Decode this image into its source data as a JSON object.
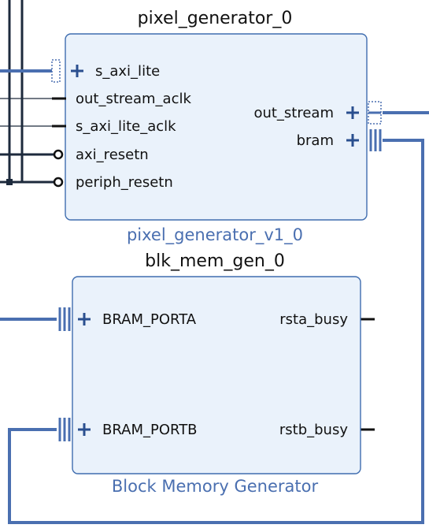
{
  "blocks": {
    "pixel_generator": {
      "instance_name": "pixel_generator_0",
      "ip_name": "pixel_generator_v1_0",
      "ports_left": [
        {
          "label": "s_axi_lite",
          "kind": "bus"
        },
        {
          "label": "out_stream_aclk",
          "kind": "clock"
        },
        {
          "label": "s_axi_lite_aclk",
          "kind": "clock"
        },
        {
          "label": "axi_resetn",
          "kind": "reset"
        },
        {
          "label": "periph_resetn",
          "kind": "reset"
        }
      ],
      "ports_right": [
        {
          "label": "out_stream",
          "kind": "bus"
        },
        {
          "label": "bram",
          "kind": "bus"
        }
      ]
    },
    "blk_mem_gen": {
      "instance_name": "blk_mem_gen_0",
      "ip_name": "Block Memory Generator",
      "ports_left": [
        {
          "label": "BRAM_PORTA",
          "kind": "bus"
        },
        {
          "label": "BRAM_PORTB",
          "kind": "bus"
        }
      ],
      "ports_right": [
        {
          "label": "rsta_busy",
          "kind": "wire"
        },
        {
          "label": "rstb_busy",
          "kind": "wire"
        }
      ]
    }
  },
  "colors": {
    "block_fill": "#eaf2fb",
    "block_border": "#3f6daf",
    "bus": "#4a6fb0",
    "wire": "#1d2a3c",
    "subtitle": "#4a6fb0"
  }
}
